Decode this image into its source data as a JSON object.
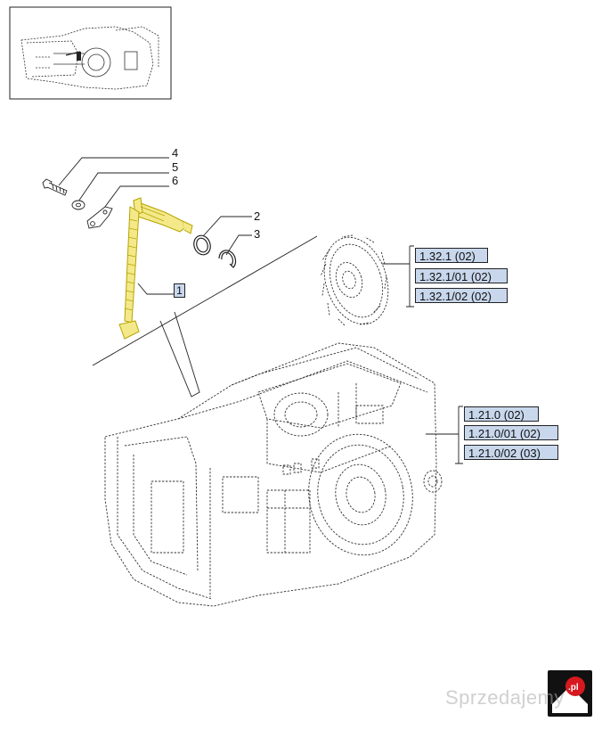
{
  "callouts": {
    "n1": "1",
    "n2": "2",
    "n3": "3",
    "n4": "4",
    "n5": "5",
    "n6": "6"
  },
  "gear_refs": [
    "1.32.1 (02)",
    "1.32.1/01 (02)",
    "1.32.1/02 (02)"
  ],
  "housing_refs": [
    "1.21.0 (02)",
    "1.21.0/01 (02)",
    "1.21.0/02 (03)"
  ],
  "watermark": "Sprzedajemy",
  "logo_text": ".pl",
  "colors": {
    "highlight_part": "#f3e98a",
    "highlight_stroke": "#b8a400",
    "ref_box_fill": "#c8d7ec",
    "logo_red": "#d7191f"
  }
}
